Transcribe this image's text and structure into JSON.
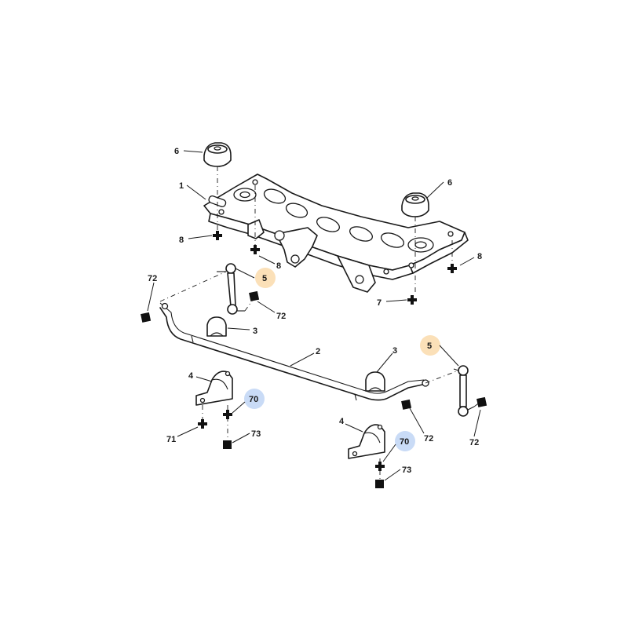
{
  "diagram": {
    "colors": {
      "highlight_orange": "#fbe0b8",
      "highlight_blue": "#c9dbf6",
      "ink": "#1a1a1a"
    },
    "callouts": {
      "subframe": "1",
      "stabilizer_bar": "2",
      "bushing_a": "3",
      "bushing_b": "3",
      "clamp_a": "4",
      "clamp_b": "4",
      "link_rod_a": "5",
      "link_rod_b": "5",
      "mount_a": "6",
      "mount_b": "6",
      "screw_7": "7",
      "screw_8a": "8",
      "screw_8b": "8",
      "screw_8c": "8",
      "screw_70a": "70",
      "screw_70b": "70",
      "screw_71": "71",
      "nut_72a": "72",
      "nut_72b": "72",
      "nut_72c": "72",
      "nut_72d": "72",
      "nut_73a": "73",
      "nut_73b": "73"
    },
    "highlighted": [
      "5",
      "70"
    ]
  }
}
